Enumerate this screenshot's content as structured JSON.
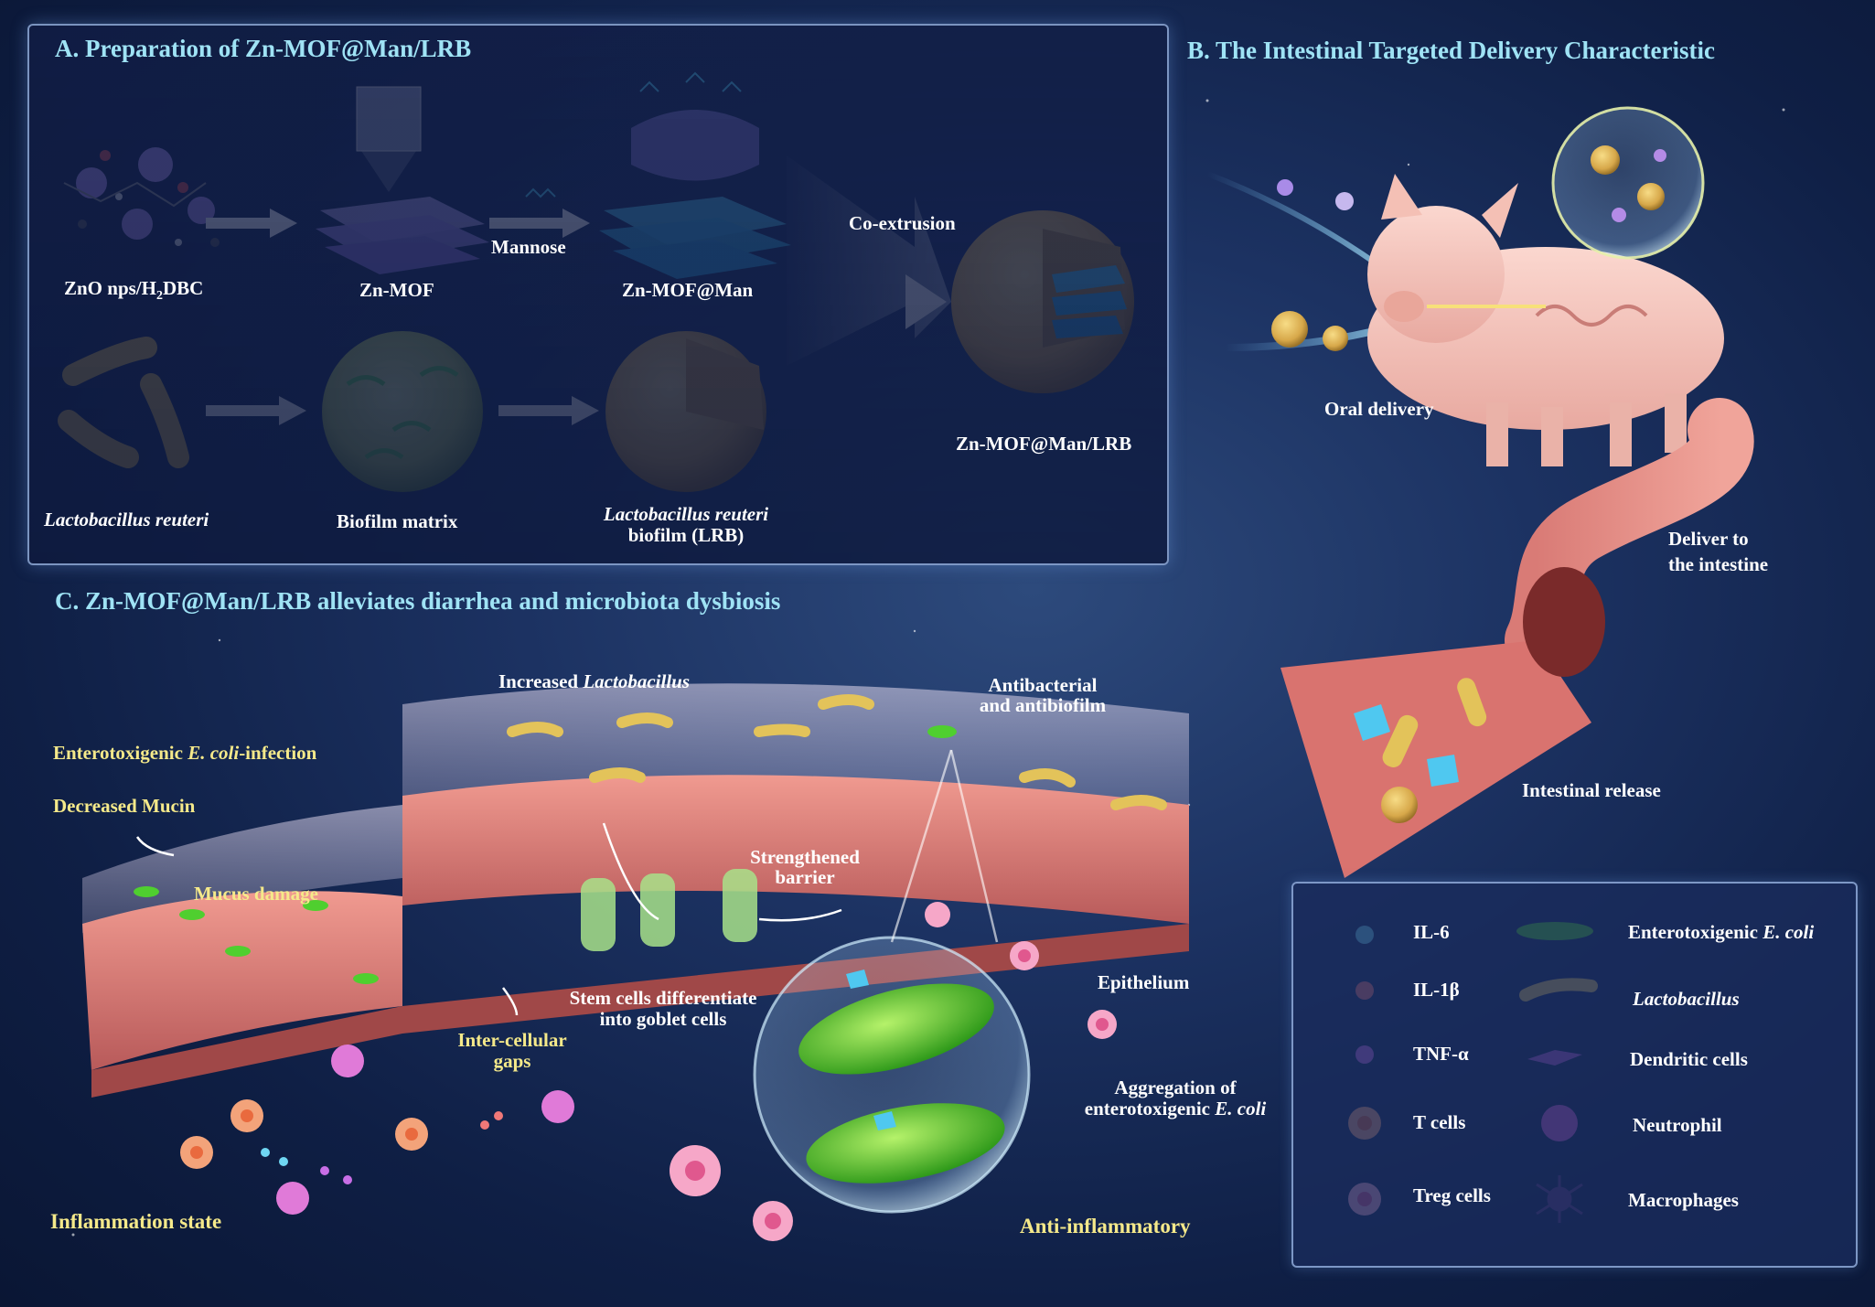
{
  "panel_a": {
    "title": "A. Preparation of Zn-MOF@Man/LRB",
    "zno": "ZnO nps/H",
    "zno_sub": "2",
    "zno_end": "DBC",
    "zn_mof": "Zn-MOF",
    "mannose": "Mannose",
    "zn_mof_man": "Zn-MOF@Man",
    "co_extrusion": "Co-extrusion",
    "product": "Zn-MOF@Man/LRB",
    "lactobacillus": "Lactobacillus reuteri",
    "biofilm_matrix": "Biofilm matrix",
    "lrb_line1": "Lactobacillus reuteri",
    "lrb_line2": "biofilm (LRB)"
  },
  "panel_b": {
    "title": "B. The Intestinal Targeted Delivery Characteristic",
    "oral": "Oral delivery",
    "deliver_line1": "Deliver to",
    "deliver_line2": "the intestine",
    "release": "Intestinal release"
  },
  "panel_c": {
    "title": "C. Zn-MOF@Man/LRB alleviates diarrhea and microbiota dysbiosis",
    "increased_a": "Increased ",
    "increased_b": "Lactobacillus",
    "antibac_line1": "Antibacterial",
    "antibac_line2": "and antibiofilm",
    "etec_a": "Enterotoxigenic ",
    "etec_b": "E. coli",
    "etec_c": "-infection",
    "decreased_mucin": "Decreased Mucin",
    "mucus_damage": "Mucus damage",
    "strength_line1": "Strengthened",
    "strength_line2": "barrier",
    "stem_line1": "Stem cells differentiate",
    "stem_line2": "into goblet cells",
    "epithelium": "Epithelium",
    "gaps_line1": "Inter-cellular",
    "gaps_line2": "gaps",
    "agg_line1": "Aggregation of",
    "agg_line2a": "enterotoxigenic ",
    "agg_line2b": "E. coli",
    "inflammation": "Inflammation state",
    "anti_inflammatory": "Anti-inflammatory"
  },
  "legend": {
    "il6": "IL-6",
    "il1b": "IL-1β",
    "tnfa": "TNF-α",
    "tcells": "T cells",
    "treg": "Treg cells",
    "etec_a": "Enterotoxigenic ",
    "etec_b": "E. coli",
    "lacto": "Lactobacillus",
    "dendritic": "Dendritic cells",
    "neutrophil": "Neutrophil",
    "macrophages": "Macrophages"
  },
  "colors": {
    "title": "#9fe3f5",
    "yellow_label": "#f5e98a",
    "il6": "#6fd6f2",
    "il1b": "#f07878",
    "tnfa": "#c86ee6",
    "tcell": "#f3a37a",
    "treg": "#f6a7c8",
    "ecoli": "#4fcf2f",
    "lacto": "#e3c35a",
    "tissue": "#e07f7f"
  }
}
